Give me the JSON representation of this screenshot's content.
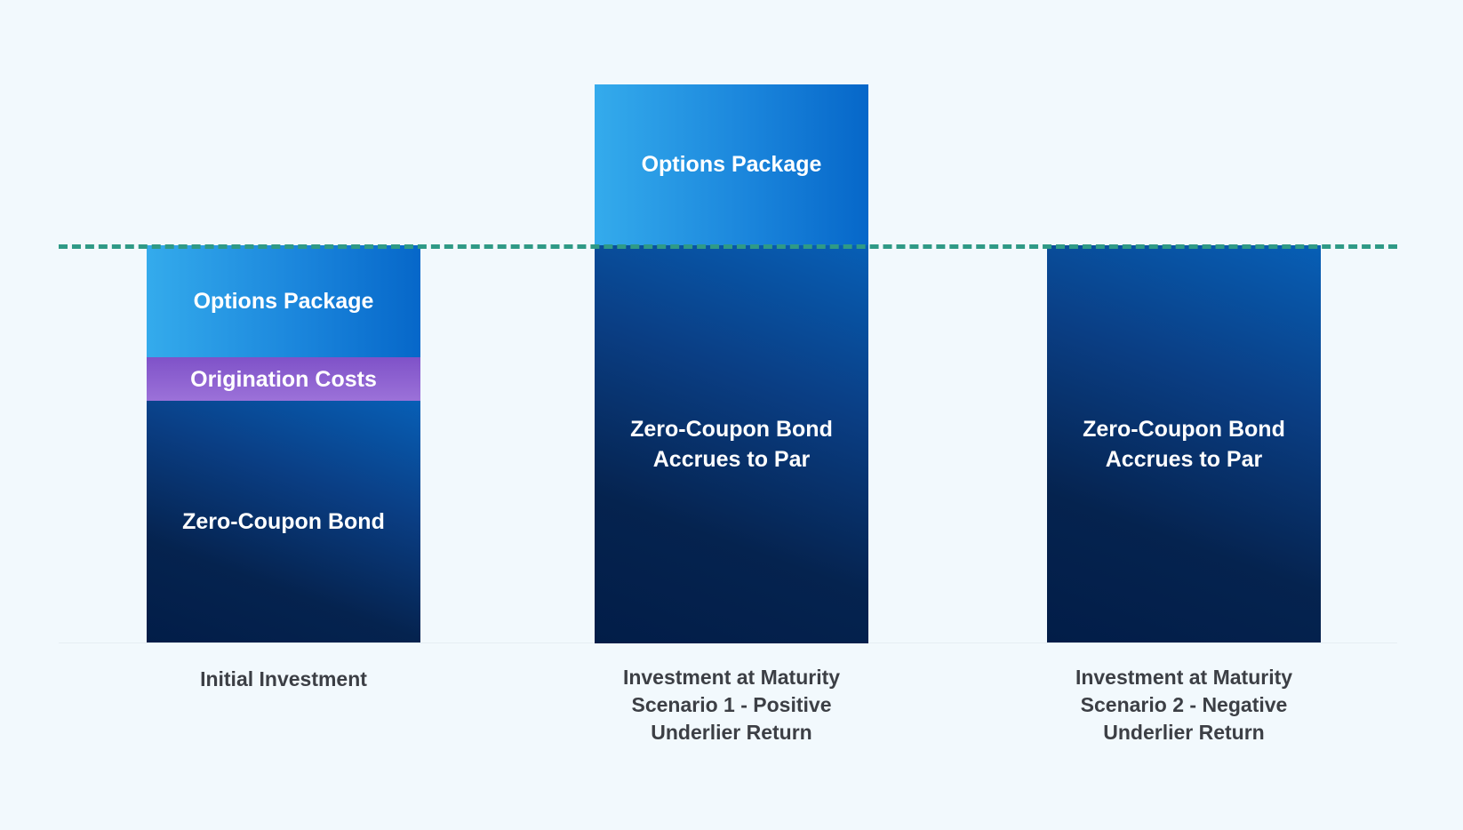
{
  "columns": [
    {
      "caption": "Initial Investment",
      "segments": {
        "options": "Options Package",
        "origination": "Origination Costs",
        "bond": "Zero-Coupon Bond"
      }
    },
    {
      "caption": "Investment at Maturity\nScenario 1 - Positive\nUnderlier Return",
      "segments": {
        "options": "Options Package",
        "bond": "Zero-Coupon Bond\nAccrues to Par"
      }
    },
    {
      "caption": "Investment at Maturity\nScenario 2 - Negative\nUnderlier Return",
      "segments": {
        "bond": "Zero-Coupon Bond\nAccrues to Par"
      }
    }
  ],
  "colors": {
    "par_line": "#2f9a86",
    "options": "#1b86dc",
    "origination": "#8c62d0",
    "bond": "#05234f"
  }
}
